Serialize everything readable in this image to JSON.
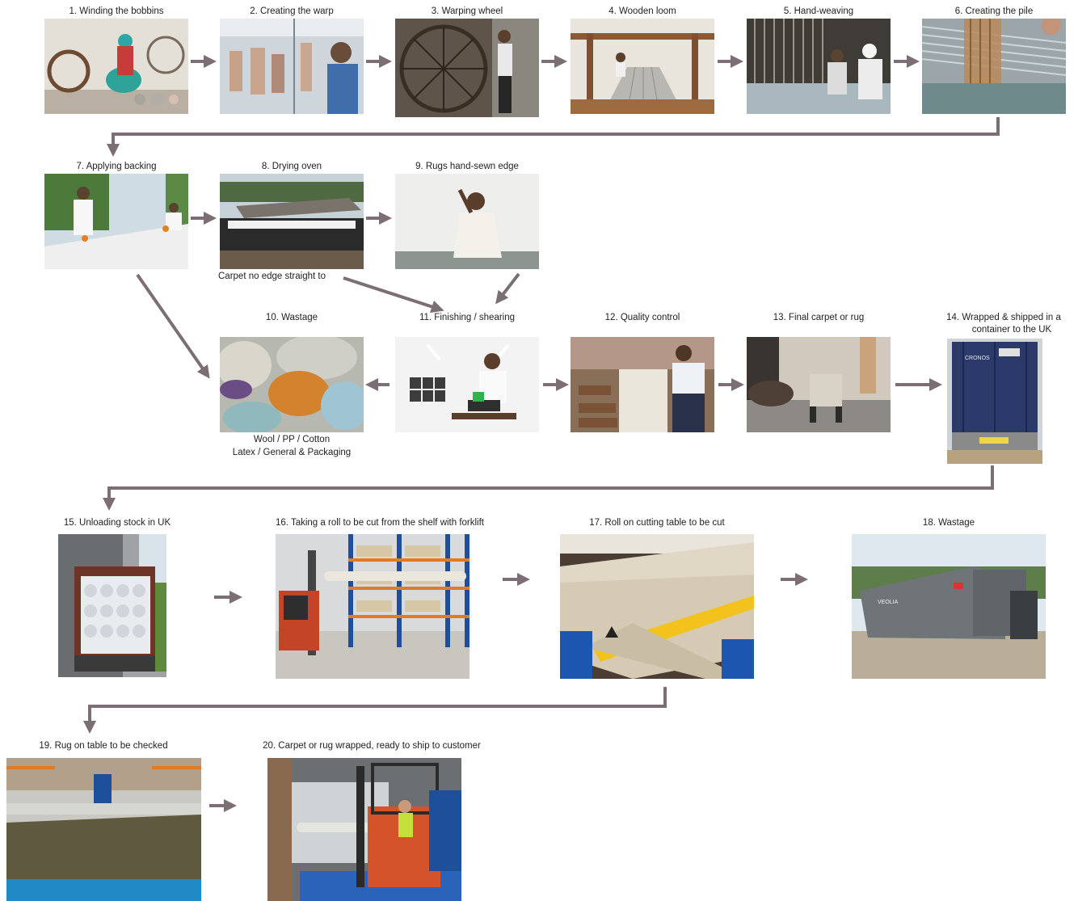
{
  "steps": {
    "s1": "1.   Winding the bobbins",
    "s2": "2.   Creating the warp",
    "s3": "3.   Warping wheel",
    "s4": "4.   Wooden loom",
    "s5": "5.   Hand-weaving",
    "s6": "6.   Creating the pile",
    "s7": "7.   Applying backing",
    "s8": "8.   Drying oven",
    "s9": "9.   Rugs hand-sewn edge",
    "s10": "10. Wastage",
    "s11": "11. Finishing / shearing",
    "s12": "12. Quality control",
    "s13": "13. Final carpet or rug",
    "s14a": "14. Wrapped & shipped in a",
    "s14b": "container to the UK",
    "s15": "15. Unloading stock in UK",
    "s16": "16. Taking a roll to be cut from the shelf with forklift",
    "s17": "17. Roll on cutting table to be cut",
    "s18": "18. Wastage",
    "s19": "19. Rug on table to be checked",
    "s20": "20. Carpet or rug wrapped, ready to ship to customer"
  },
  "notes": {
    "no_edge": "Carpet no edge straight to",
    "wastage_line1": "Wool / PP / Cotton",
    "wastage_line2": "Latex / General & Packaging"
  },
  "photo_text": {
    "container_brand": "CRONOS",
    "compactor_brand": "VEOLIA"
  },
  "colors": {
    "arrow": "#7b6e74"
  }
}
